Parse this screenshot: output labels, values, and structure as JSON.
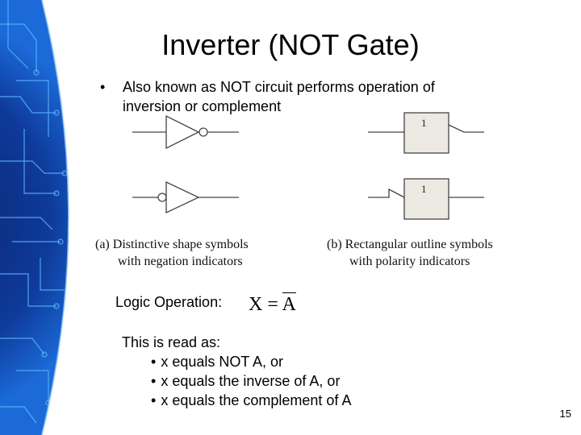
{
  "slide": {
    "title": "Inverter (NOT Gate)",
    "bullet": "Also known as NOT circuit performs operation of inversion or complement",
    "figure": {
      "gate_label_top": "1",
      "gate_label_bottom": "1",
      "caption_a_line1": "(a) Distinctive shape symbols",
      "caption_a_line2": "with negation indicators",
      "caption_b_line1": "(b) Rectangular outline symbols",
      "caption_b_line2": "with polarity indicators"
    },
    "logic_label": "Logic Operation:",
    "formula": {
      "lhs": "X = ",
      "rhs": "A"
    },
    "read_as": "This is read as:",
    "read_items": [
      "x equals NOT A, or",
      "x equals the inverse of A, or",
      "x equals the complement of A"
    ],
    "page_number": "15"
  },
  "colors": {
    "accent": "#1560c8",
    "accent_dark": "#0a1f5c",
    "background": "#ffffff"
  }
}
